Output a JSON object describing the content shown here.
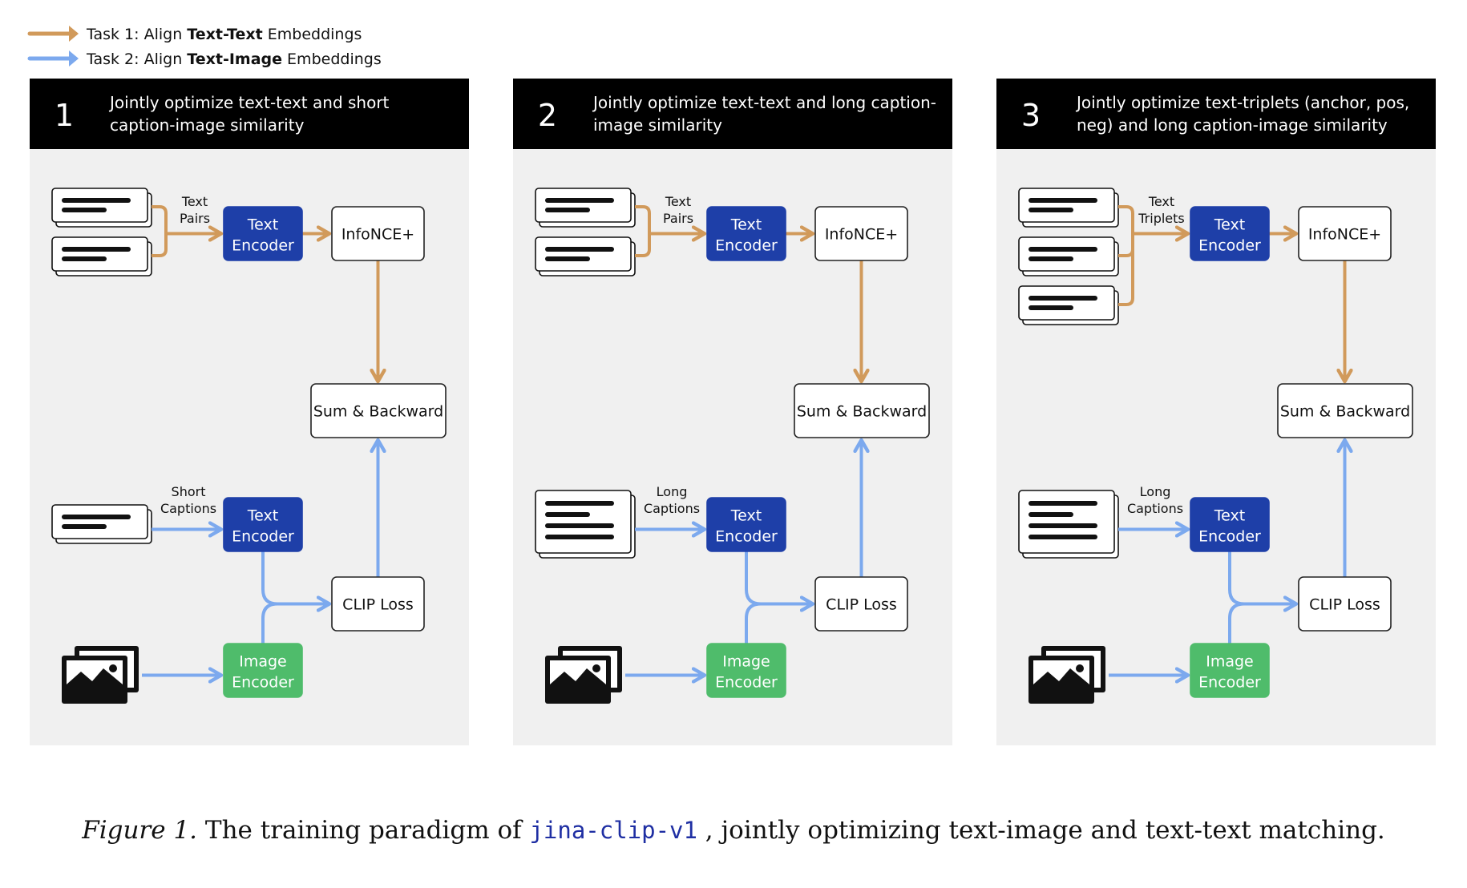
{
  "legend": [
    {
      "prefix": "Task 1: Align ",
      "bold": "Text-Text",
      "suffix": " Embeddings",
      "color": "#d19a5b"
    },
    {
      "prefix": "Task 2: Align ",
      "bold": "Text-Image",
      "suffix": " Embeddings",
      "color": "#7ca9ee"
    }
  ],
  "colors": {
    "task1_arrow": "#d19a5b",
    "task2_arrow": "#7ca9ee",
    "text_encoder": "#1e3fa8",
    "image_encoder": "#4fbc6b",
    "panel_bg": "#f0f0f0",
    "header_bg": "#000000"
  },
  "panels": [
    {
      "number": "1",
      "title_lines": [
        "Jointly optimize text-text and short",
        "caption-image similarity"
      ],
      "text_input_label": [
        "Text",
        "Pairs"
      ],
      "text_docs": 2,
      "caption_label": [
        "Short",
        "Captions"
      ],
      "caption_type": "short",
      "text_encoder": [
        "Text",
        "Encoder"
      ],
      "infonce": "InfoNCE+",
      "sum_backward": "Sum & Backward",
      "caption_encoder": [
        "Text",
        "Encoder"
      ],
      "clip_loss": "CLIP Loss",
      "image_encoder": [
        "Image",
        "Encoder"
      ],
      "image_icon": "image-stack-icon"
    },
    {
      "number": "2",
      "title_lines": [
        "Jointly optimize text-text and long caption-",
        "image similarity"
      ],
      "text_input_label": [
        "Text",
        "Pairs"
      ],
      "text_docs": 2,
      "caption_label": [
        "Long",
        "Captions"
      ],
      "caption_type": "long",
      "text_encoder": [
        "Text",
        "Encoder"
      ],
      "infonce": "InfoNCE+",
      "sum_backward": "Sum & Backward",
      "caption_encoder": [
        "Text",
        "Encoder"
      ],
      "clip_loss": "CLIP Loss",
      "image_encoder": [
        "Image",
        "Encoder"
      ],
      "image_icon": "image-stack-icon"
    },
    {
      "number": "3",
      "title_lines": [
        "Jointly optimize text-triplets (anchor, pos,",
        "neg) and long caption-image similarity"
      ],
      "text_input_label": [
        "Text",
        "Triplets"
      ],
      "text_docs": 3,
      "caption_label": [
        "Long",
        "Captions"
      ],
      "caption_type": "long",
      "text_encoder": [
        "Text",
        "Encoder"
      ],
      "infonce": "InfoNCE+",
      "sum_backward": "Sum & Backward",
      "caption_encoder": [
        "Text",
        "Encoder"
      ],
      "clip_loss": "CLIP Loss",
      "image_encoder": [
        "Image",
        "Encoder"
      ],
      "image_icon": "image-stack-icon"
    }
  ],
  "caption": {
    "figure": "Figure 1.",
    "before": " The training paradigm of ",
    "code": "jina-clip-v1",
    "after": " , jointly optimizing text-image and text-text matching."
  }
}
